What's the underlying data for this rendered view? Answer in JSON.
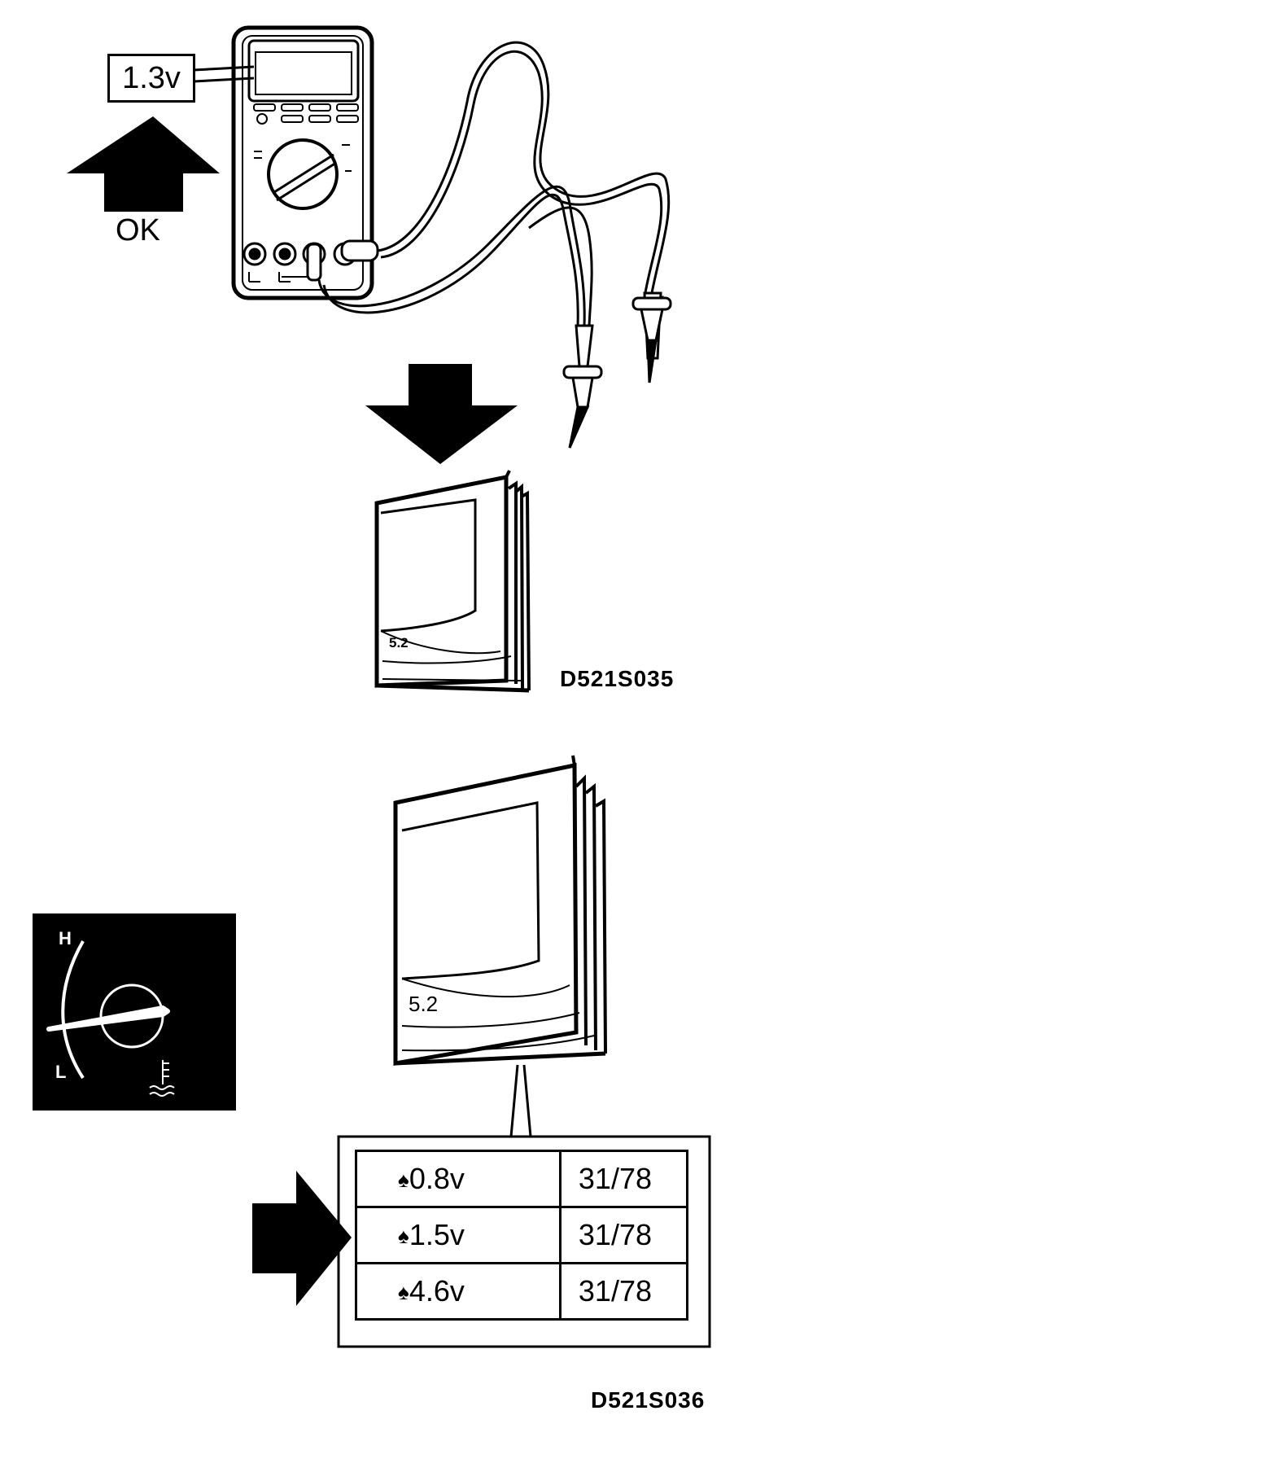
{
  "multimeter": {
    "display_reading": "1.3v",
    "status_label": "OK"
  },
  "manual_top": {
    "page_label": "5.2"
  },
  "figure_ids": {
    "top": "D521S035",
    "bottom": "D521S036"
  },
  "gauge": {
    "high_label": "H",
    "low_label": "L",
    "icon": "coolant-temperature-icon"
  },
  "manual_bottom": {
    "page_label": "5.2"
  },
  "spec_table": {
    "rows": [
      {
        "marker": "♠",
        "voltage": "0.8v",
        "reference": "31/78"
      },
      {
        "marker": "♠",
        "voltage": "1.5v",
        "reference": "31/78"
      },
      {
        "marker": "♠",
        "voltage": "4.6v",
        "reference": "31/78"
      }
    ]
  }
}
